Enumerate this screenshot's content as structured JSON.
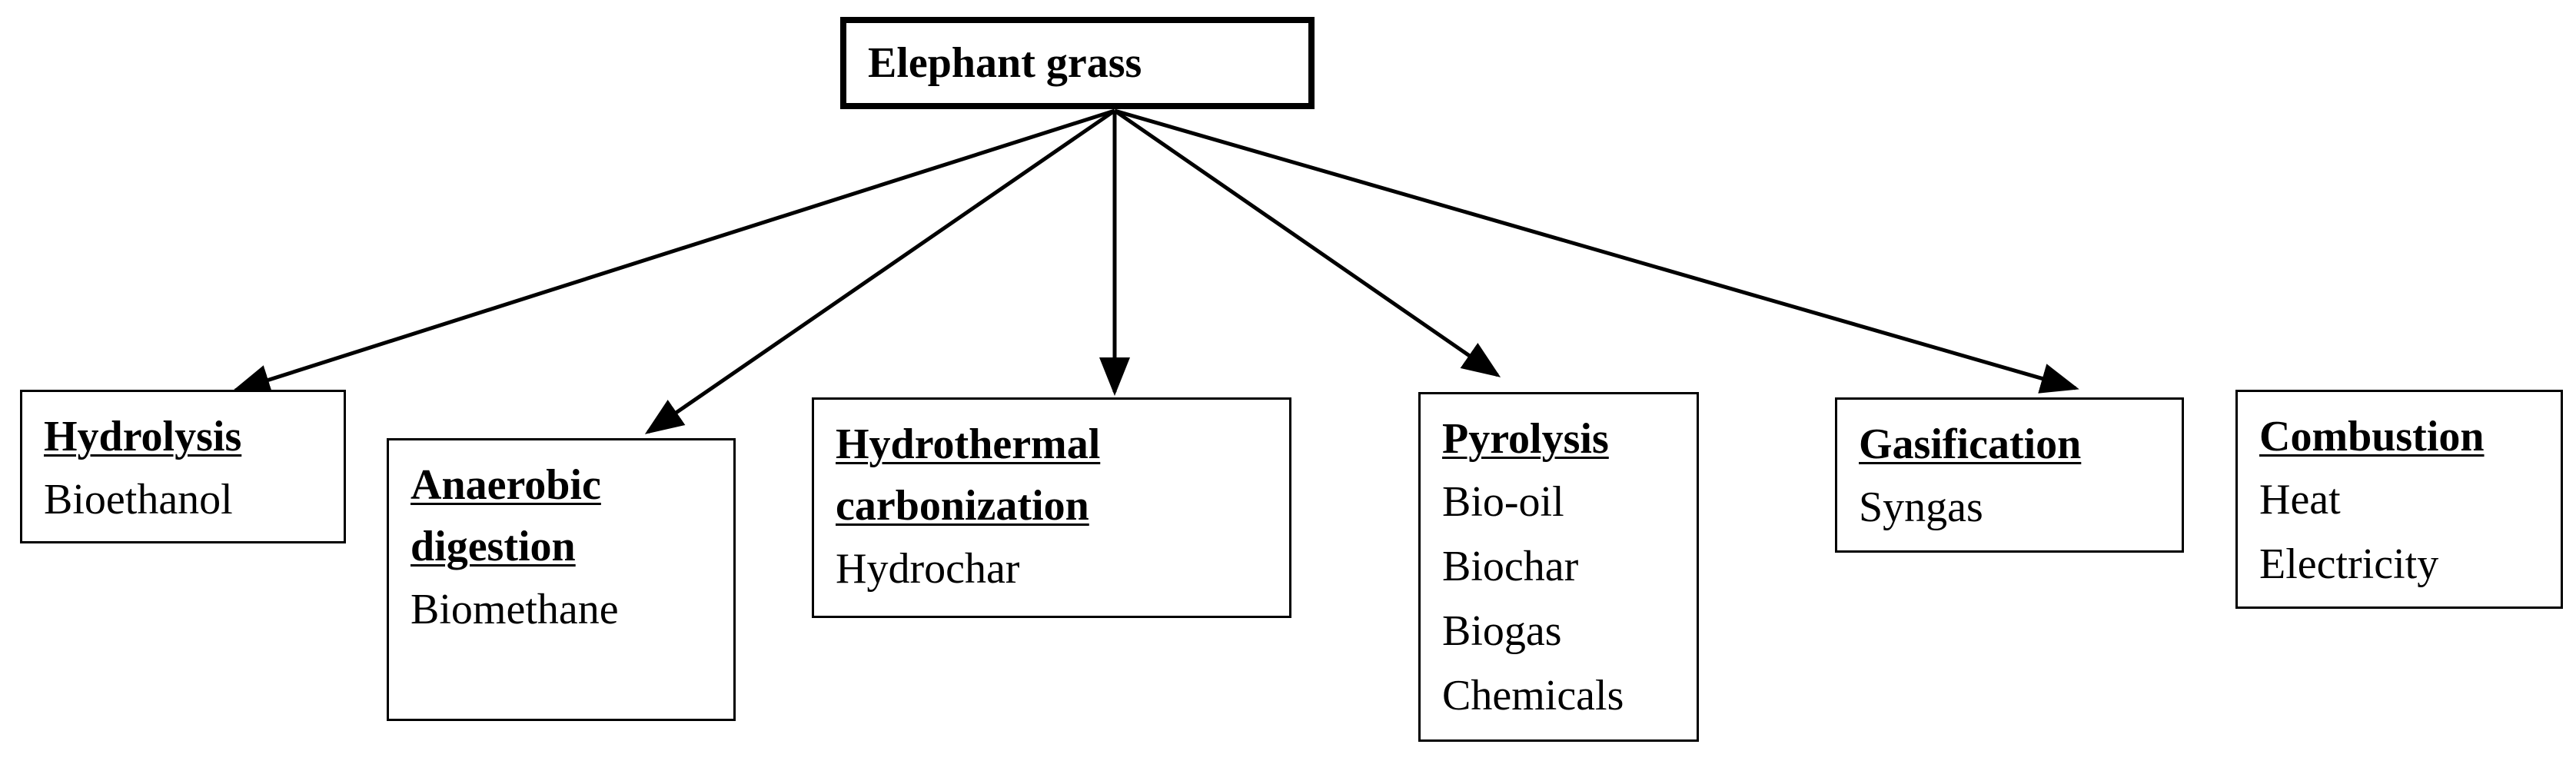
{
  "root": {
    "label": "Elephant grass"
  },
  "processes": [
    {
      "title": [
        "Hydrolysis"
      ],
      "products": [
        "Bioethanol"
      ]
    },
    {
      "title": [
        "Anaerobic",
        "digestion"
      ],
      "products": [
        "Biomethane"
      ]
    },
    {
      "title": [
        "Hydrothermal",
        "carbonization"
      ],
      "products": [
        "Hydrochar"
      ]
    },
    {
      "title": [
        "Pyrolysis"
      ],
      "products": [
        "Bio-oil",
        "Biochar",
        "Biogas",
        "Chemicals"
      ]
    },
    {
      "title": [
        "Gasification"
      ],
      "products": [
        "Syngas"
      ]
    },
    {
      "title": [
        "Combustion"
      ],
      "products": [
        "Heat",
        "Electricity"
      ]
    }
  ]
}
